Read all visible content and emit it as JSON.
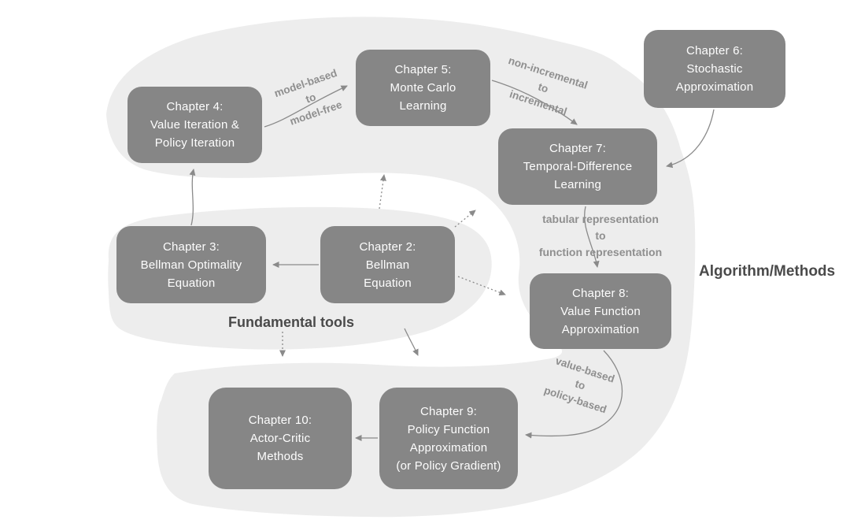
{
  "diagram": {
    "region_labels": {
      "fundamental_tools": "Fundamental tools",
      "algorithm_methods": "Algorithm/Methods"
    },
    "boxes": [
      {
        "id": "chapter-4",
        "lines": [
          "Chapter 4:",
          "Value Iteration &",
          "Policy Iteration"
        ]
      },
      {
        "id": "chapter-5",
        "lines": [
          "Chapter 5:",
          "Monte Carlo",
          "Learning"
        ]
      },
      {
        "id": "chapter-6",
        "lines": [
          "Chapter 6:",
          "Stochastic",
          "Approximation"
        ]
      },
      {
        "id": "chapter-7",
        "lines": [
          "Chapter 7:",
          "Temporal-Difference",
          "Learning"
        ]
      },
      {
        "id": "chapter-3",
        "lines": [
          "Chapter 3:",
          "Bellman Optimality",
          "Equation"
        ]
      },
      {
        "id": "chapter-2",
        "lines": [
          "Chapter 2:",
          "Bellman",
          "Equation"
        ]
      },
      {
        "id": "chapter-8",
        "lines": [
          "Chapter 8:",
          "Value Function",
          "Approximation"
        ]
      },
      {
        "id": "chapter-9",
        "lines": [
          "Chapter 9:",
          "Policy Function",
          "Approximation",
          "(or Policy Gradient)"
        ]
      },
      {
        "id": "chapter-10",
        "lines": [
          "Chapter 10:",
          "Actor-Critic",
          "Methods"
        ]
      }
    ],
    "edge_labels": [
      {
        "id": "model-based-to-model-free",
        "lines": [
          "model-based",
          "to",
          "model-free"
        ]
      },
      {
        "id": "non-incremental-to-incremental",
        "lines": [
          "non-incremental",
          "to",
          "incremental"
        ]
      },
      {
        "id": "tabular-to-function-representation",
        "lines": [
          "tabular representation",
          "to",
          "function representation"
        ]
      },
      {
        "id": "value-based-to-policy-based",
        "lines": [
          "value-based",
          "to",
          "policy-based"
        ]
      }
    ],
    "colors": {
      "box_fill": "#868686",
      "box_text": "#fdfdfd",
      "blob_fill": "#ededed",
      "arrow": "#8a8a8a",
      "edge_label_text": "#8f8f8f",
      "region_label_text": "#4a4a4a",
      "background": "#ffffff"
    }
  }
}
